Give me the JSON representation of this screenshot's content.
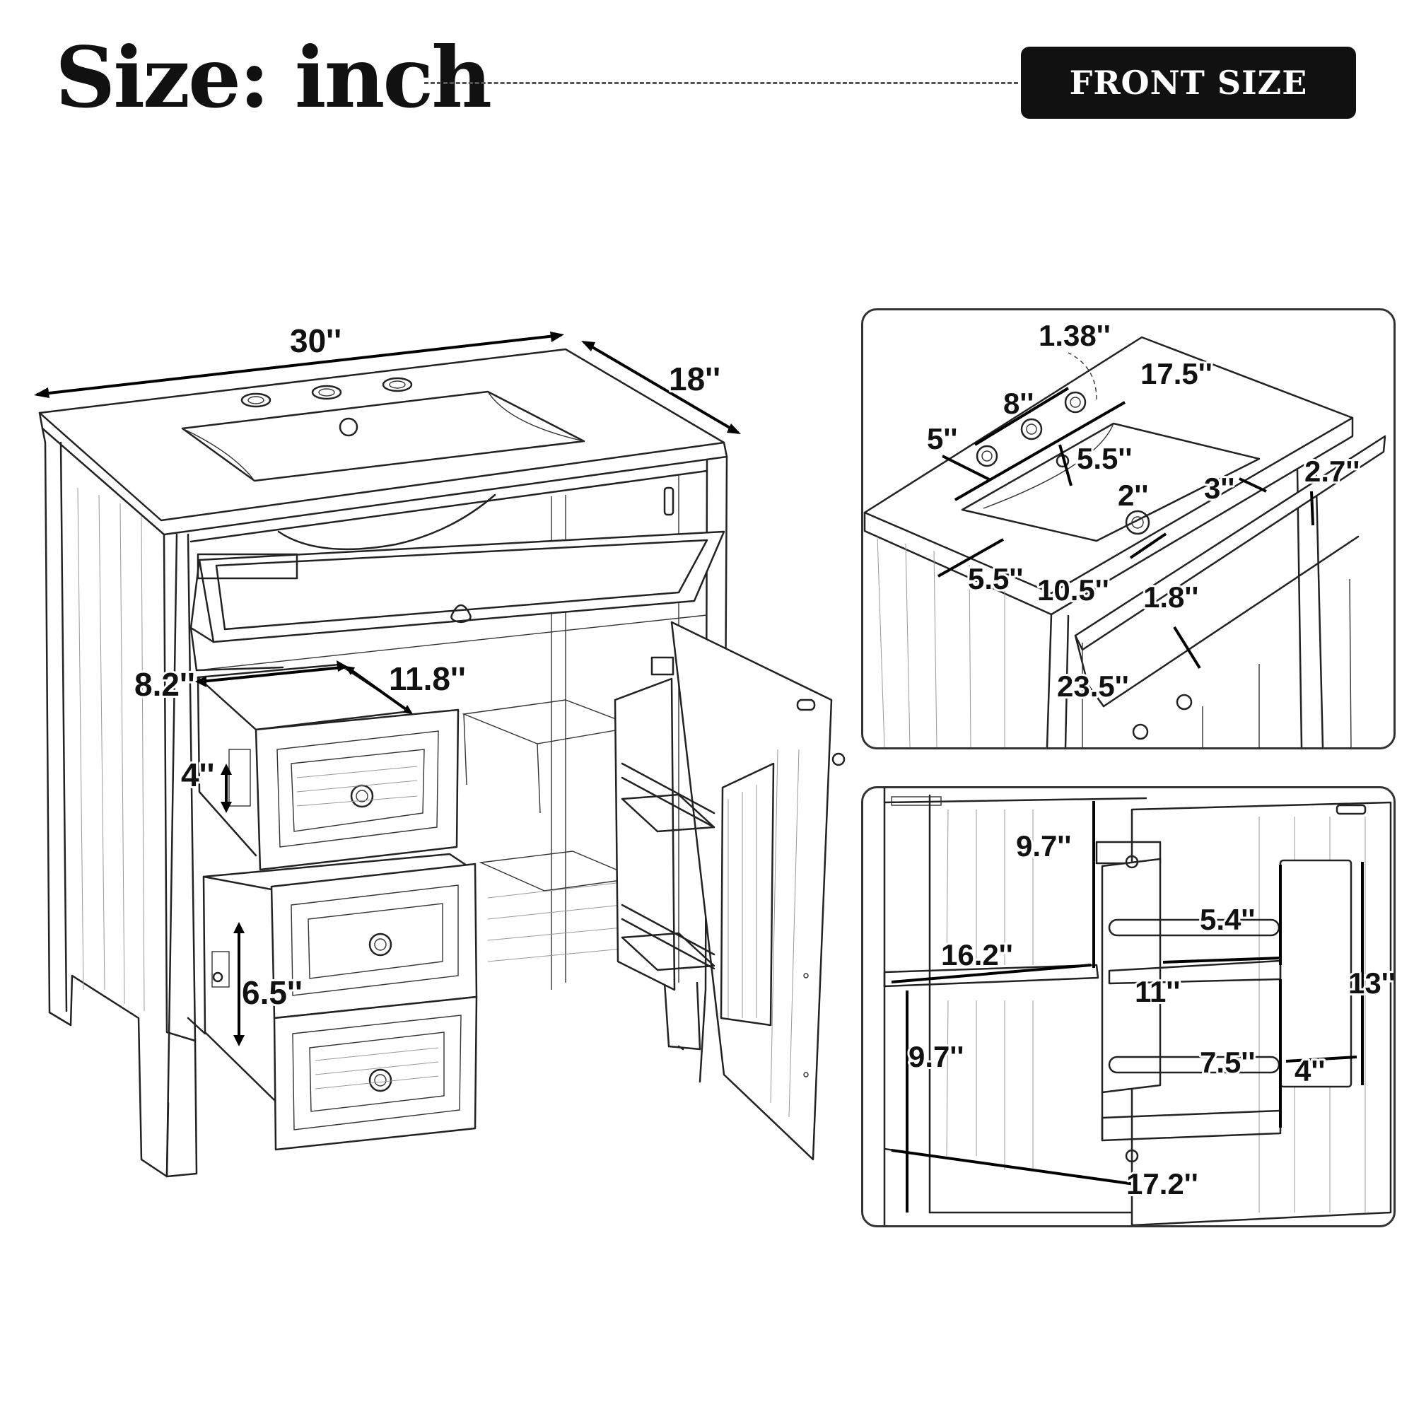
{
  "header": {
    "title": "Size: inch",
    "badge": "FRONT SIZE"
  },
  "main_view": {
    "width": "30''",
    "depth": "18''",
    "drawer_width": "8.2''",
    "drawer_depth": "11.8''",
    "drawer_height_small": "4''",
    "drawer_height_large": "6.5''"
  },
  "top_detail": {
    "hole_diameter": "1.38''",
    "faucet_spacing": "8''",
    "edge_to_hole": "5''",
    "basin_length": "17.5''",
    "basin_depth": "5.5''",
    "drain_offset": "2''",
    "basin_to_edge": "3''",
    "tray_height": "2.7''",
    "front_margin": "5.5''",
    "basin_width": "10.5''",
    "tray_depth": "1.8''",
    "tray_length": "23.5''"
  },
  "interior_detail": {
    "upper_height": "9.7''",
    "rack_gap_upper": "5.4''",
    "shelf_depth": "16.2''",
    "rack_width": "11''",
    "rack_height": "13''",
    "lower_height": "9.7''",
    "rack_gap_lower": "7.5''",
    "rack_depth": "4''",
    "floor_depth": "17.2''"
  }
}
